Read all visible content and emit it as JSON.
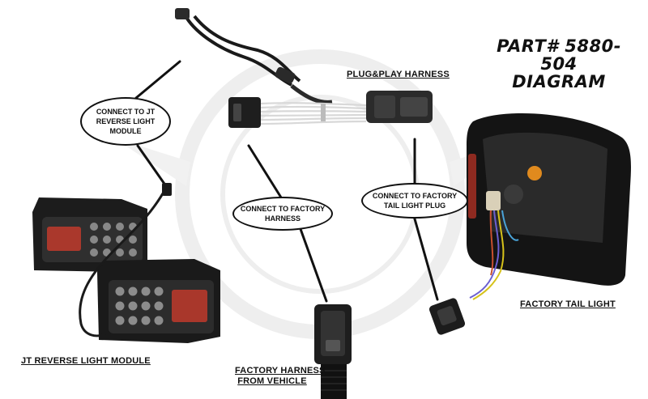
{
  "title": {
    "line1": "PART# 5880-504",
    "line2": "DIAGRAM"
  },
  "labels": {
    "plugplay": "PLUG&PLAY HARNESS",
    "factory_tail": "FACTORY TAIL LIGHT",
    "jt_reverse": "JT REVERSE LIGHT MODULE",
    "factory_harness_l1": "FACTORY HARNESS",
    "factory_harness_l2": "FROM VEHICLE"
  },
  "callouts": {
    "reverse": {
      "line1": "CONNECT TO JT",
      "line2": "REVERSE LIGHT",
      "line3": "MODULE"
    },
    "factory_harness": {
      "line1": "CONNECT TO FACTORY",
      "line2": "HARNESS"
    },
    "tail_plug": {
      "line1": "CONNECT TO FACTORY",
      "line2": "TAIL LIGHT PLUG"
    }
  },
  "colors": {
    "ink": "#111111",
    "watermark": "#ececec",
    "lens_red": "#c0392b",
    "amber": "#e08a1e"
  }
}
